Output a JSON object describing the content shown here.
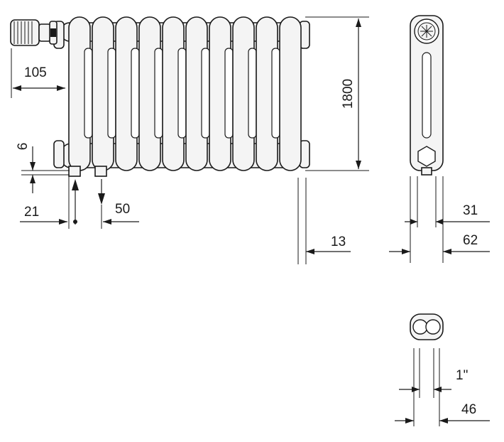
{
  "dimensions": {
    "valve_offset": "105",
    "height": "1800",
    "bottom_gap": "6",
    "inlet_offset": "21",
    "connection_spacing": "50",
    "wall_gap": "13",
    "tube_width": "31",
    "radiator_depth": "62",
    "thread_size": "1\"",
    "nipple_width": "46"
  }
}
